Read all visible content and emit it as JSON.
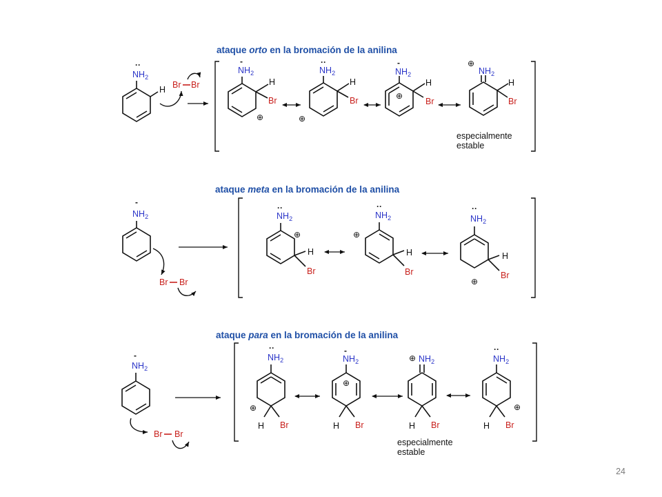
{
  "slide": {
    "page_number": "24"
  },
  "panels": [
    {
      "title_pre": "ataque ",
      "title_kw": "orto",
      "title_post": " en la bromación de la anilina",
      "note_line1": "especialmente",
      "note_line2": "estable"
    },
    {
      "title_pre": "ataque ",
      "title_kw": "meta",
      "title_post": " en la bromación de la anilina"
    },
    {
      "title_pre": "ataque ",
      "title_kw": "para",
      "title_post": " en la bromación de la anilina",
      "note_line1": "especialmente",
      "note_line2": "estable"
    }
  ],
  "labels": {
    "nh": "NH",
    "sub2": "2",
    "br": "Br",
    "h": "H",
    "lone_pair_dots": "··",
    "lone_pair_bar": "-",
    "plus": "⊕"
  }
}
